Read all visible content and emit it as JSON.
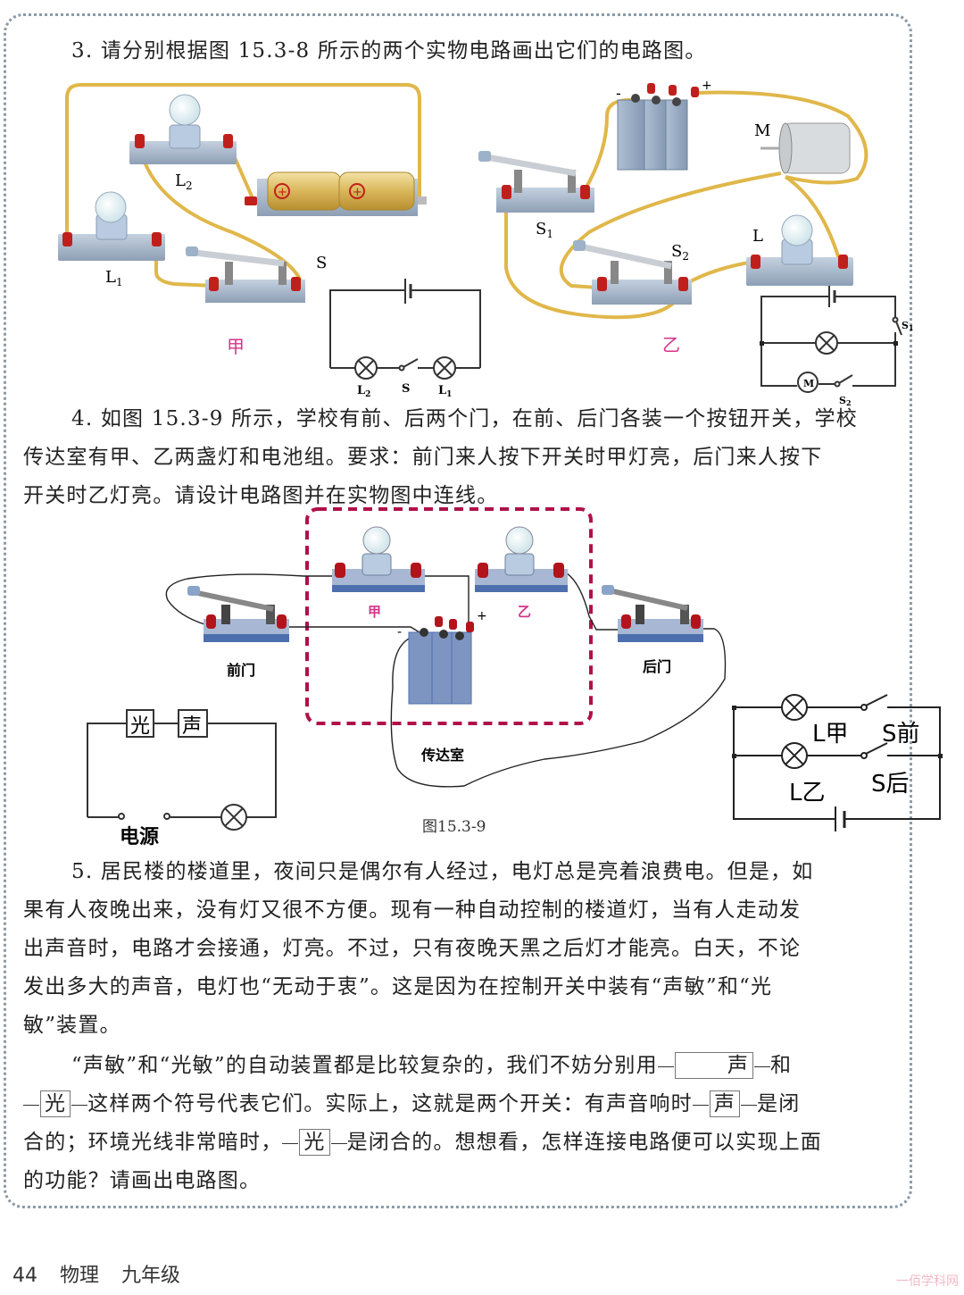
{
  "page": {
    "number": "44",
    "subject": "物理",
    "grade": "九年级",
    "watermark": "一佰学科网"
  },
  "colors": {
    "border_dots": "#8a9aa6",
    "wire_yellow": "#e0b74a",
    "terminal_red": "#c0201c",
    "base_blue": "#9fb2c8",
    "dashed_box": "#b0104a",
    "label_pink": "#d6338a"
  },
  "q3": {
    "text": "3. 请分别根据图 15.3-8 所示的两个实物电路画出它们的电路图。",
    "fig_jia": {
      "caption": "甲",
      "components": {
        "lamp1": "L₁",
        "lamp2": "L₂",
        "switch": "S"
      },
      "answer_labels": {
        "lamp_left": "L₂",
        "switch": "S",
        "lamp_right": "L₁"
      }
    },
    "fig_yi": {
      "caption": "乙",
      "components": {
        "motor": "M",
        "switch1": "S₁",
        "switch2": "S₂",
        "lamp": "L",
        "battery_neg": "-",
        "battery_pos": "+"
      },
      "answer_labels": {
        "switch1": "S₁",
        "switch2": "S₂",
        "motor": "M"
      }
    }
  },
  "q4": {
    "lines": [
      "4. 如图 15.3-9 所示，学校有前、后两个门，在前、后门各装一个按钮开关，学校",
      "传达室有甲、乙两盏灯和电池组。要求：前门来人按下开关时甲灯亮，后门来人按下",
      "开关时乙灯亮。请设计电路图并在实物图中连线。"
    ],
    "figure": {
      "lamp_jia": "甲",
      "lamp_yi": "乙",
      "front_door": "前门",
      "back_door": "后门",
      "room": "传达室",
      "battery_neg": "-",
      "battery_pos": "+",
      "caption": "图15.3-9"
    },
    "answer": {
      "lamp_jia": "L甲",
      "switch_front": "S前",
      "lamp_yi": "L乙",
      "switch_back": "S后"
    }
  },
  "q5_answer": {
    "light": "光",
    "sound": "声",
    "power": "电源"
  },
  "q5": {
    "lines": [
      "5. 居民楼的楼道里，夜间只是偶尔有人经过，电灯总是亮着浪费电。但是，如",
      "果有人夜晚出来，没有灯又很不方便。现有一种自动控制的楼道灯，当有人走动发",
      "出声音时，电路才会接通，灯亮。不过，只有夜晚天黑之后灯才能亮。白天，不论",
      "发出多大的声音，电灯也“无动于衷”。这是因为在控制开关中装有“声敏”和“光",
      "敏”装置。"
    ],
    "p2": {
      "l1_a": "“声敏”和“光敏”的自动装置都是比较复杂的，我们不妨分别用",
      "sym_sound": "声",
      "l1_b": "和",
      "sym_light": "光",
      "l2_a": "这样两个符号代表它们。实际上，这就是两个开关：有声音响时",
      "l2_b": "是闭",
      "l3_a": "合的；环境光线非常暗时，",
      "l3_b": "是闭合的。想想看，怎样连接电路便可以实现上面",
      "l4": "的功能？请画出电路图。"
    }
  }
}
